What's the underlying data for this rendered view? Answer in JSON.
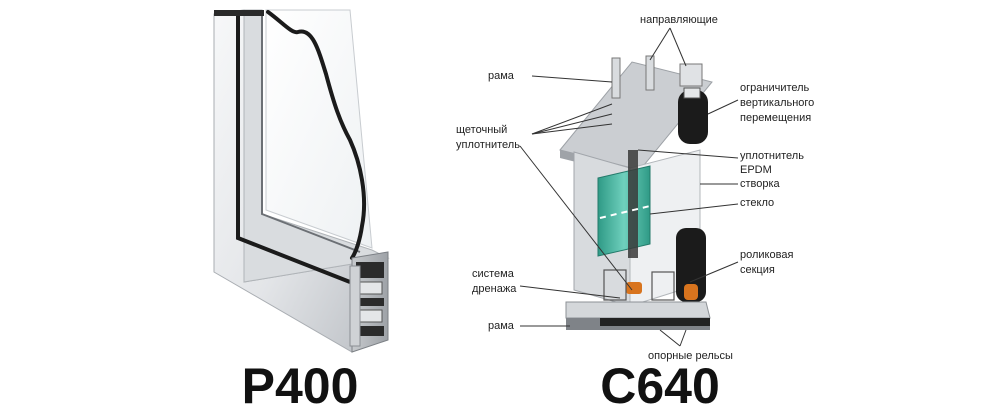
{
  "left_product": {
    "title": "P400"
  },
  "right_product": {
    "title": "C640"
  },
  "labels": {
    "rama_top": "рама",
    "napravlyayushchie": "направляющие",
    "ogranichitel": [
      "ограничитель",
      "вертикального",
      "перемещения"
    ],
    "shchetochny": [
      "щеточный",
      "уплотнитель"
    ],
    "uplotnitel_epdm": [
      "уплотнитель",
      "EPDM"
    ],
    "stvorka": "створка",
    "steklo": "стекло",
    "rolikovaya": [
      "роликовая",
      "секция"
    ],
    "sistema_drenazha": [
      "система",
      "дренажа"
    ],
    "rama_bottom": "рама",
    "opornye_relsy": "опорные рельсы"
  },
  "colors": {
    "aluminum_light": "#eeeff1",
    "aluminum_mid": "#c9ccd0",
    "aluminum_dark": "#8e9297",
    "seal_black": "#1b1b1b",
    "glass_green": "#4fb9a4",
    "orange_drain": "#d8741e"
  }
}
